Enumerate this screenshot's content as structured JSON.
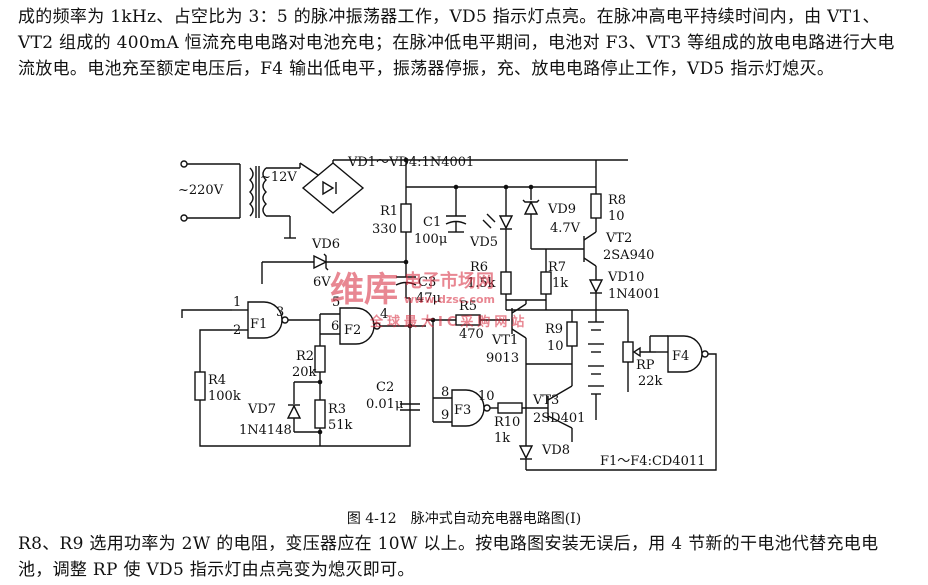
{
  "text": {
    "para_top": "成的频率为 1kHz、占空比为 3：5 的脉冲振荡器工作，VD5 指示灯点亮。在脉冲高电平持续时间内，由 VT1、VT2 组成的 400mA 恒流充电电路对电池充电；在脉冲低电平期间，电池对 F3、VT3 等组成的放电电路进行大电流放电。电池充至额定电压后，F4 输出低电平，振荡器停振，充、放电电路停止工作，VD5 指示灯熄灭。",
    "caption": "图 4-12　脉冲式自动充电器电路图(Ⅰ)",
    "para_bottom": "R8、R9 选用功率为 2W 的电阻，变压器应在 10W 以上。按电路图安装无误后，用 4 节新的干电池代替充电电池，调整 RP 使 VD5 指示灯由点亮变为熄灭即可。"
  },
  "labels": {
    "ac_in": "~220V",
    "ac_out": "~12V",
    "bridge": "VD1～VD4:1N4001",
    "r1": "R1",
    "r1_val": "330",
    "c1": "C1",
    "c1_val": "100μ",
    "vd5": "VD5",
    "vd9": "VD9",
    "vd9_val": "4.7V",
    "r8": "R8",
    "r8_val": "10",
    "vt2": "VT2",
    "vt2_val": "2SA940",
    "vd6": "VD6",
    "vd6_val": "6V",
    "r6": "R6",
    "r6_val": "1.5k",
    "r7": "R7",
    "r7_val": "1k",
    "vd10": "VD10",
    "vd10_val": "1N4001",
    "c3": "C3",
    "c3_val": "47μ",
    "r5": "R5",
    "r5_val": "470",
    "vt1": "VT1",
    "vt1_val": "9013",
    "r9": "R9",
    "r9_val": "10",
    "f1": "F1",
    "f2": "F2",
    "f3": "F3",
    "f4": "F4",
    "pin1": "1",
    "pin2": "2",
    "pin3": "3",
    "pin5": "5",
    "pin6": "6",
    "pin4": "4",
    "pin8": "8",
    "pin9": "9",
    "pin10": "10",
    "r2": "R2",
    "r2_val": "20k",
    "r4": "R4",
    "r4_val": "100k",
    "r3": "R3",
    "r3_val": "51k",
    "vd7": "VD7",
    "vd7_val": "1N4148",
    "c2": "C2",
    "c2_val": "0.01μ",
    "vt3": "VT3",
    "vt3_val": "2SD401",
    "r10": "R10",
    "r10_val": "1k",
    "vd8": "VD8",
    "rp": "RP",
    "rp_val": "22k",
    "ic": "F1～F4:CD4011"
  },
  "watermark": {
    "main": "维库",
    "site": "电子市场网",
    "url": "www.dzsc.com",
    "sub": "全球最大IC采购网站"
  }
}
